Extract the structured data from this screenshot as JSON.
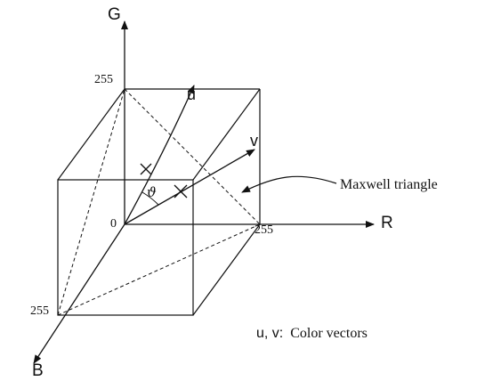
{
  "axes": {
    "g_label": "G",
    "r_label": "R",
    "b_label": "B"
  },
  "ticks": {
    "g_max": "255",
    "r_max": "255",
    "b_max": "255",
    "origin": "0"
  },
  "vectors": {
    "u_label": "u",
    "v_label": "v",
    "angle_symbol": "ϑ"
  },
  "annotations": {
    "maxwell_triangle": "Maxwell triangle",
    "legend_prefix": "u, v:",
    "legend_text": "Color vectors"
  }
}
